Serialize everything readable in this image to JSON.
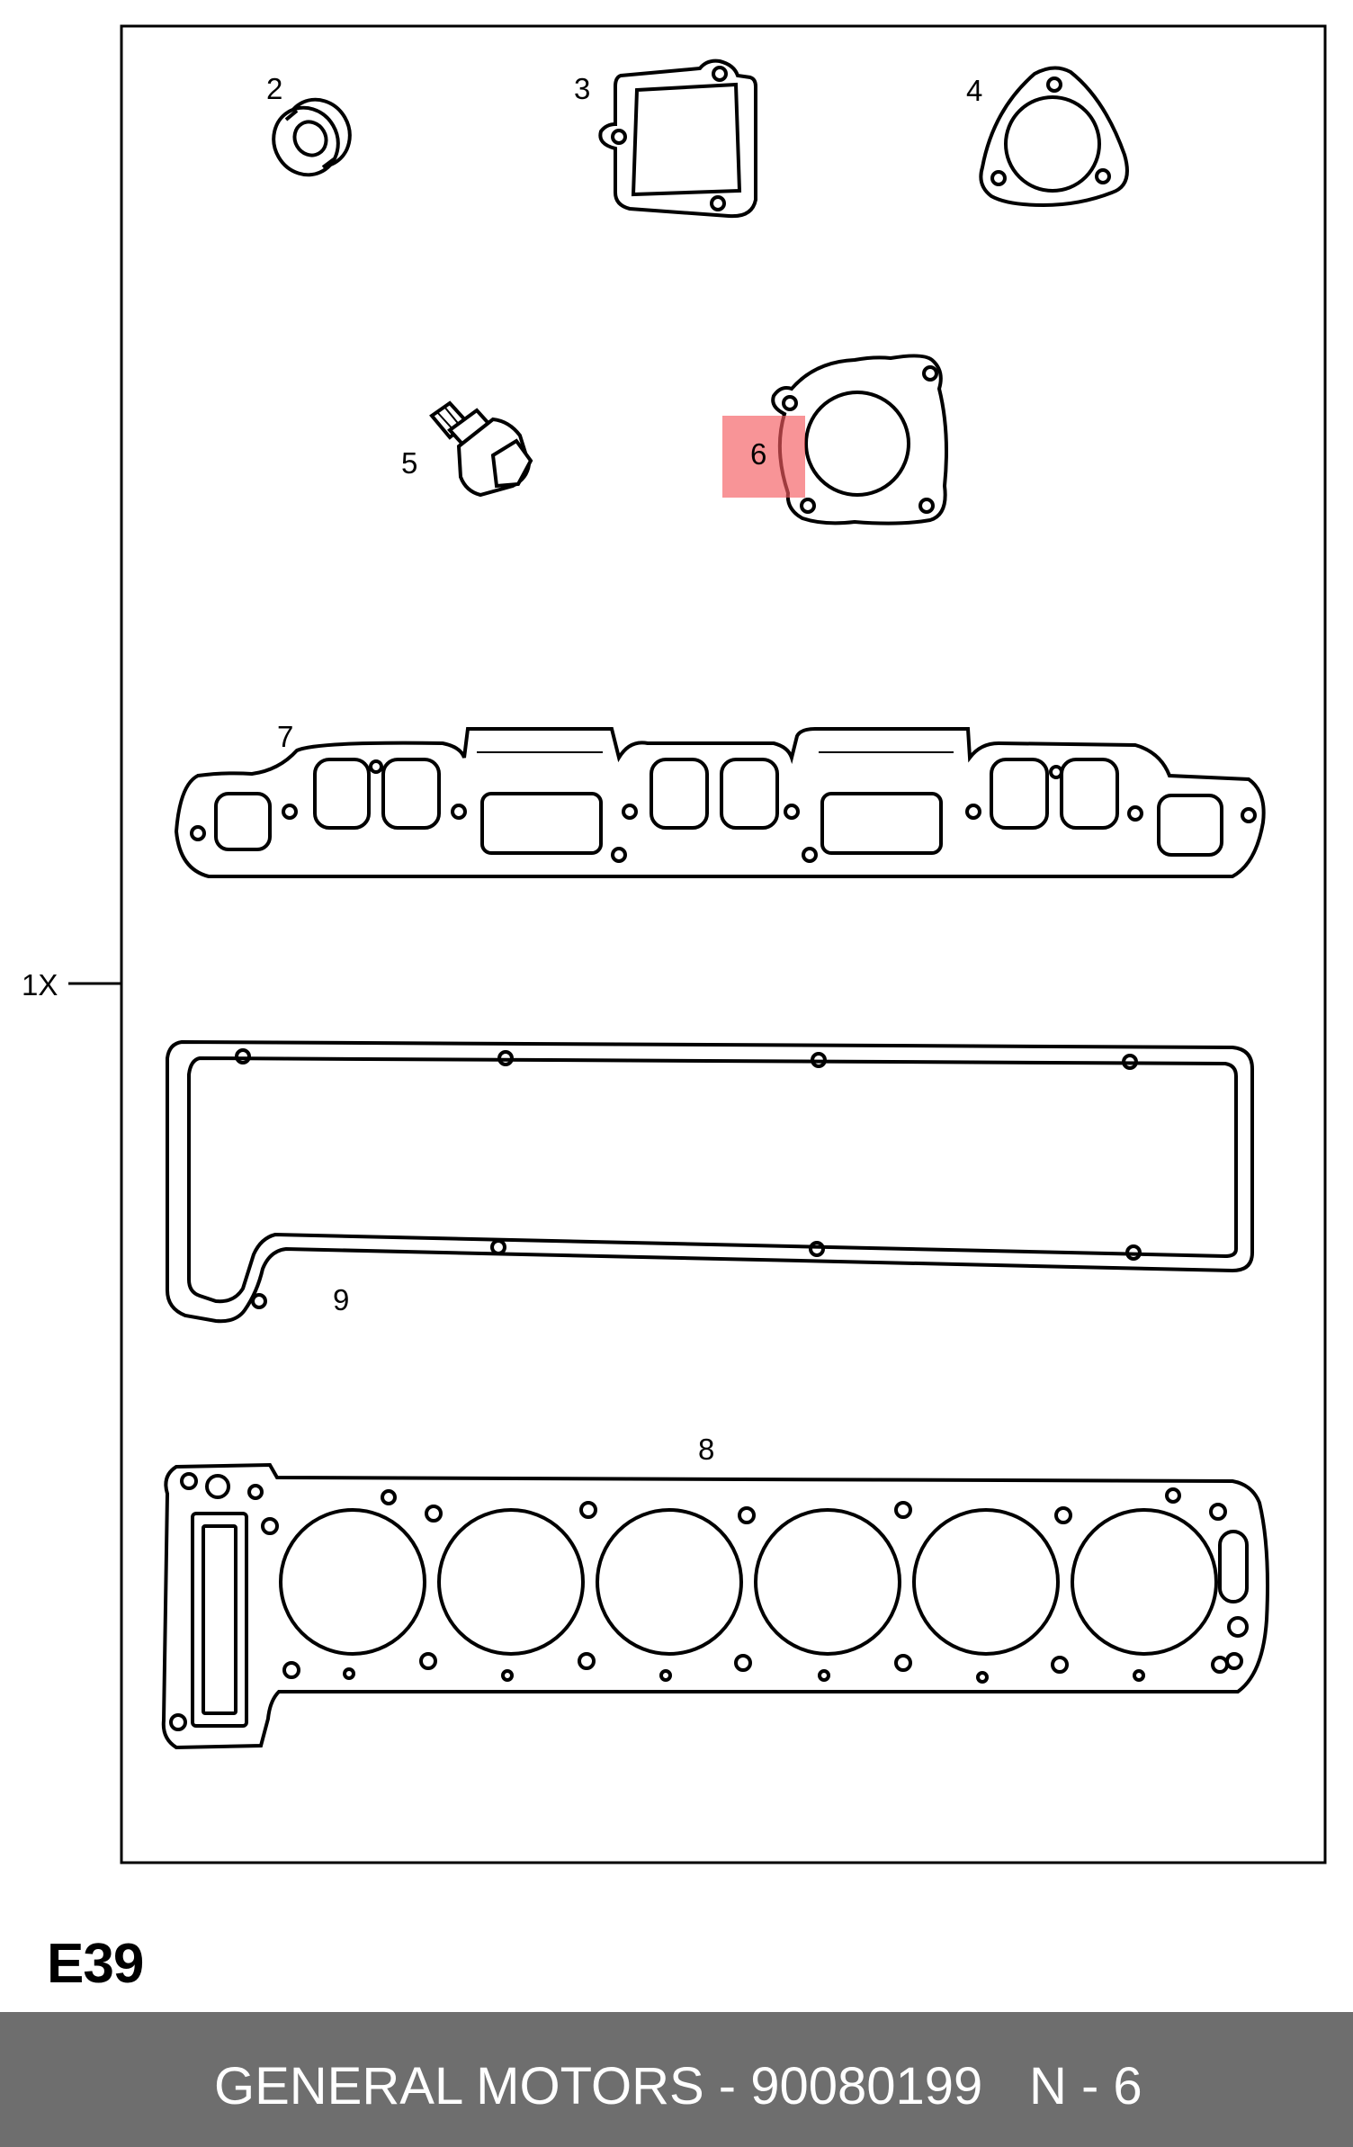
{
  "diagram": {
    "quantity_label": "1X",
    "callouts": {
      "p2": "2",
      "p3": "3",
      "p4": "4",
      "p5": "5",
      "p6": "6",
      "p7": "7",
      "p8": "8",
      "p9": "9"
    },
    "highlighted_part": "6",
    "highlight_color": "#f55a5f"
  },
  "section_code": "E39",
  "footer": {
    "brand_part": "GENERAL MOTORS - 90080199",
    "reference": "N - 6",
    "background_color": "#6e6e6e"
  },
  "icons": {
    "oil_seal": "seal-ring-icon",
    "square_gasket": "square-flange-gasket-icon",
    "triangular_gasket": "triangular-flange-gasket-icon",
    "sensor": "temperature-sensor-icon",
    "round_gasket": "round-flange-gasket-icon",
    "manifold_gasket": "manifold-gasket-icon",
    "cover_gasket": "valve-cover-gasket-icon",
    "head_gasket": "cylinder-head-gasket-icon"
  }
}
